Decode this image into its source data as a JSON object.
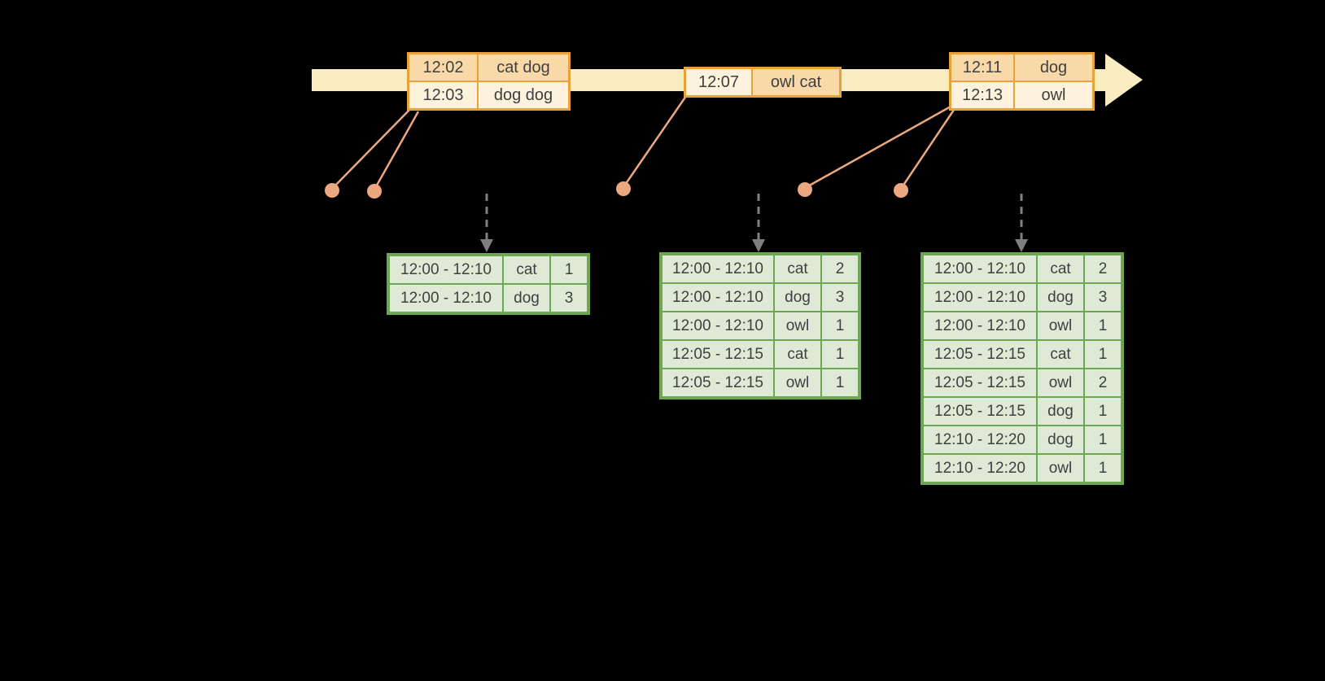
{
  "colors": {
    "background": "#000000",
    "timeline": "#FAEDC2",
    "event_border": "#E9A23B",
    "event_fill_dark": "#F9D9A8",
    "event_fill_light": "#FDF2DC",
    "connector": "#ECA87E",
    "trigger_arrow": "#7F7F7F",
    "result_border": "#6FA653",
    "result_fill": "#DEEAD6",
    "text": "#3F3F3F"
  },
  "event_tables": [
    {
      "rows": [
        {
          "time": "12:02",
          "words": "cat dog"
        },
        {
          "time": "12:03",
          "words": "dog dog"
        }
      ]
    },
    {
      "rows": [
        {
          "time": "12:07",
          "words": "owl cat"
        }
      ]
    },
    {
      "rows": [
        {
          "time": "12:11",
          "words": "dog"
        },
        {
          "time": "12:13",
          "words": "owl"
        }
      ]
    }
  ],
  "result_tables": [
    {
      "rows": [
        {
          "window": "12:00 - 12:10",
          "word": "cat",
          "count": "1"
        },
        {
          "window": "12:00 - 12:10",
          "word": "dog",
          "count": "3"
        }
      ]
    },
    {
      "rows": [
        {
          "window": "12:00 - 12:10",
          "word": "cat",
          "count": "2"
        },
        {
          "window": "12:00 - 12:10",
          "word": "dog",
          "count": "3"
        },
        {
          "window": "12:00 - 12:10",
          "word": "owl",
          "count": "1"
        },
        {
          "window": "12:05 - 12:15",
          "word": "cat",
          "count": "1"
        },
        {
          "window": "12:05 - 12:15",
          "word": "owl",
          "count": "1"
        }
      ]
    },
    {
      "rows": [
        {
          "window": "12:00 - 12:10",
          "word": "cat",
          "count": "2"
        },
        {
          "window": "12:00 - 12:10",
          "word": "dog",
          "count": "3"
        },
        {
          "window": "12:00 - 12:10",
          "word": "owl",
          "count": "1"
        },
        {
          "window": "12:05 - 12:15",
          "word": "cat",
          "count": "1"
        },
        {
          "window": "12:05 - 12:15",
          "word": "owl",
          "count": "2"
        },
        {
          "window": "12:05 - 12:15",
          "word": "dog",
          "count": "1"
        },
        {
          "window": "12:10 - 12:20",
          "word": "dog",
          "count": "1"
        },
        {
          "window": "12:10 - 12:20",
          "word": "owl",
          "count": "1"
        }
      ]
    }
  ]
}
